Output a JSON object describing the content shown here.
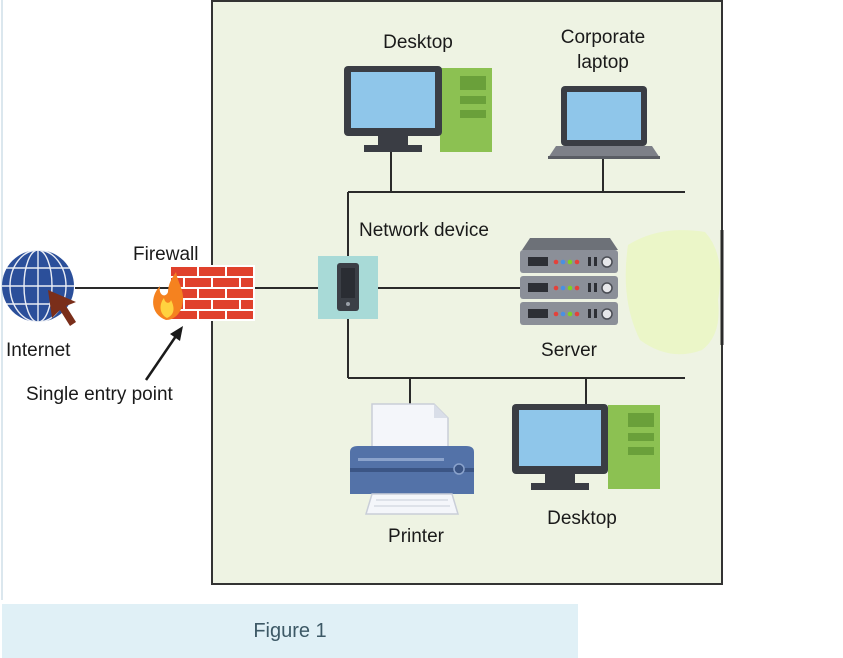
{
  "diagram": {
    "labels": {
      "desktop_top": "Desktop",
      "laptop_line1": "Corporate",
      "laptop_line2": "laptop",
      "network_device": "Network device",
      "firewall": "Firewall",
      "internet": "Internet",
      "single_entry": "Single entry point",
      "server": "Server",
      "printer": "Printer",
      "desktop_bottom": "Desktop"
    },
    "colors": {
      "network_area": "#eef3e3",
      "firewall_brick": "#e0412c",
      "globe": "#2b4f9a",
      "network_device_bg": "#a8dad7",
      "server": "#8b8f98",
      "printer": "#5372a8",
      "pc_tower": "#8cc152",
      "monitor": "#3a3d44",
      "screen": "#8fc6ea"
    },
    "icons": [
      "globe-icon",
      "cursor-icon",
      "firewall-icon",
      "flame-icon",
      "network-device-icon",
      "server-icon",
      "printer-icon",
      "desktop-icon",
      "laptop-icon"
    ]
  },
  "caption": {
    "text": "Figure 1"
  }
}
